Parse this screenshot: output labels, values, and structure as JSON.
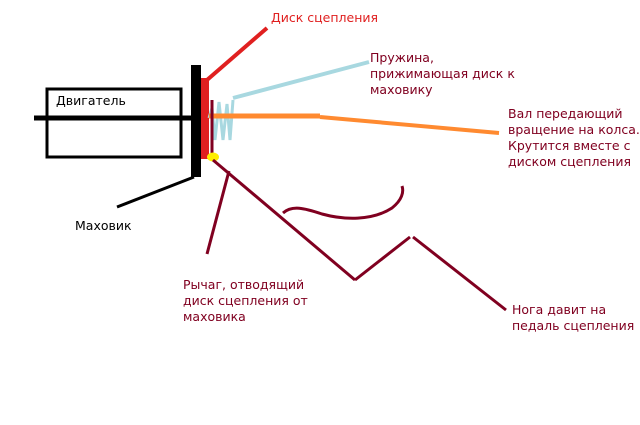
{
  "colors": {
    "background": "#ffffff",
    "engine": "#000000",
    "disk": "#e02020",
    "spring": "#a8d8e0",
    "shaft": "#ff8a30",
    "lever": "#800020",
    "pivot": "#ffee00"
  },
  "labels": {
    "engine": "Двигатель",
    "flywheel": "Маховик",
    "clutch_disk": "Диск сцепления",
    "spring": [
      "Пружина,",
      "прижимающая диск к",
      "маховику"
    ],
    "shaft": [
      "Вал передающий",
      "вращение на колса.",
      "Крутится вместе с",
      "диском сцепления"
    ],
    "lever": [
      "Рычаг, отводящий",
      "диск сцепления от",
      "маховика"
    ],
    "foot": [
      "Нога давит на",
      "педаль сцепления"
    ]
  }
}
